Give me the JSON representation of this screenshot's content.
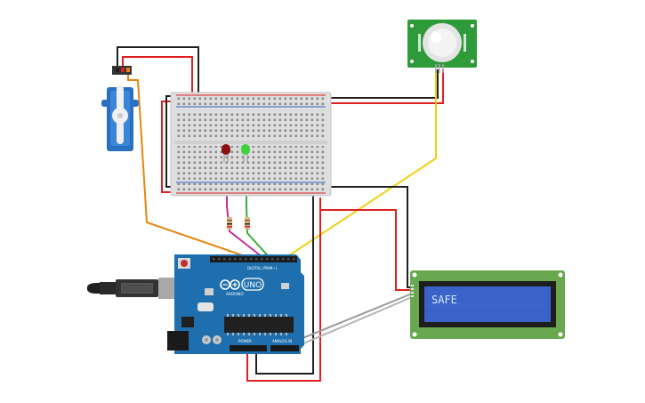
{
  "lcd": {
    "message": "SAFE"
  },
  "arduino": {
    "logo": "UNO",
    "brand": "ARDUINO",
    "header_digital": "DIGITAL (PWM~)",
    "header_power": "POWER",
    "header_analog": "ANALOG IN"
  },
  "colors": {
    "wire_red": "#e02020",
    "wire_black": "#202020",
    "wire_orange": "#e8850c",
    "wire_yellow": "#f2cf12",
    "wire_green": "#3aae3a",
    "wire_magenta": "#c0309a",
    "wire_gray": "#9a9a9a",
    "board_blue": "#1f6fae",
    "lcd_green": "#6aa84f",
    "lcd_screen": "#3a62c8",
    "pir_green": "#2e9a3a",
    "servo_blue": "#2a6fc0"
  },
  "icons": {
    "servo": "servo-motor-icon",
    "pir": "pir-sensor-icon",
    "led_red": "red-led-icon",
    "led_green": "green-led-icon",
    "usb": "usb-cable-icon"
  }
}
